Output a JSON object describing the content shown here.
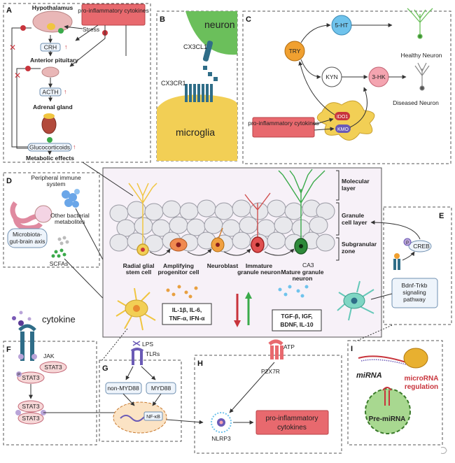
{
  "panels": {
    "A": {
      "letter": "A",
      "title_box": "pro-inflammatory cytokines",
      "hypothalamus": "Hypothalamus",
      "stress": "Stress",
      "crh": "CRH",
      "anterior_pituitary": "Anterior pituitary",
      "acth": "ACTH",
      "adrenal": "Adrenal gland",
      "glucocorticoids": "Glucocorticoids",
      "metabolic": "Metabolic effects"
    },
    "B": {
      "letter": "B",
      "neuron": "neuron",
      "cx3cl1": "CX3CL1",
      "cx3cr1": "CX3CR1",
      "microglia": "microglia"
    },
    "C": {
      "letter": "C",
      "try": "TRY",
      "ht5": "5-HT",
      "kyn": "KYN",
      "hk3": "3-HK",
      "healthy": "Healthy Neuron",
      "diseased": "Diseased Neuron",
      "box": "pro-inflammatory cytokines",
      "ido1": "IDO1",
      "kmo": "KMO"
    },
    "D": {
      "letter": "D",
      "peripheral": "Peripheral immune",
      "peripheral2": "system",
      "other1": "Other bacterial",
      "other2": "metabolites",
      "axis1": "Microbiota-",
      "axis2": "gut-brain axis",
      "scfa": "SCFAs"
    },
    "center": {
      "molecular1": "Molecular",
      "molecular2": "layer",
      "granule1": "Granule",
      "granule2": "cell layer",
      "subgranular1": "Subgranular",
      "subgranular2": "zone",
      "ca3": "CA3",
      "radial1": "Radial glial",
      "radial2": "stem cell",
      "amp1": "Amplifying",
      "amp2": "progenitor cell",
      "neuroblast": "Neuroblast",
      "immature1": "Immature",
      "immature2": "granule neuron",
      "mature1": "Mature granule",
      "mature2": "neuron",
      "pro_box1": "IL-1β, IL-6,",
      "pro_box2": "TNF-α, IFN-α",
      "anti_box1": "TGF-β, IGF,",
      "anti_box2": "BDNF, IL-10"
    },
    "E": {
      "letter": "E",
      "creb": "CREB",
      "p": "P",
      "bdnf1": "Bdnf-Trkb",
      "bdnf2": "signaling",
      "bdnf3": "pathway"
    },
    "F": {
      "letter": "F",
      "cytokine": "cytokine",
      "jak": "JAK",
      "stat3": "STAT3",
      "p": "P"
    },
    "G": {
      "letter": "G",
      "lps": "LPS",
      "tlrs": "TLRs",
      "nonmyd": "non-MYD88",
      "myd": "MYD88",
      "nfkb": "NF-κB"
    },
    "H": {
      "letter": "H",
      "atp": "ATP",
      "p2x7r": "P2X7R",
      "nlrp3": "NLRP3",
      "box1": "pro-inflammatory",
      "box2": "cytokines"
    },
    "I": {
      "letter": "I",
      "mirna": "miRNA",
      "reg1": "microRNA",
      "reg2": "regulation",
      "pre": "Pre-miRNA"
    }
  },
  "colors": {
    "cytokine_box": "#e8696e",
    "cytokine_box_border": "#b94448",
    "neuron_green": "#6bbf5b",
    "microglia_yellow": "#f2cf55",
    "receptor_blue": "#2f6d88",
    "try_orange": "#f0a030",
    "ht_blue": "#6fc3ec",
    "hk_pink": "#f4a4b0",
    "center_bg": "#f7f1f8",
    "pro_red": "#c8343c",
    "anti_green": "#3aaa4a"
  }
}
